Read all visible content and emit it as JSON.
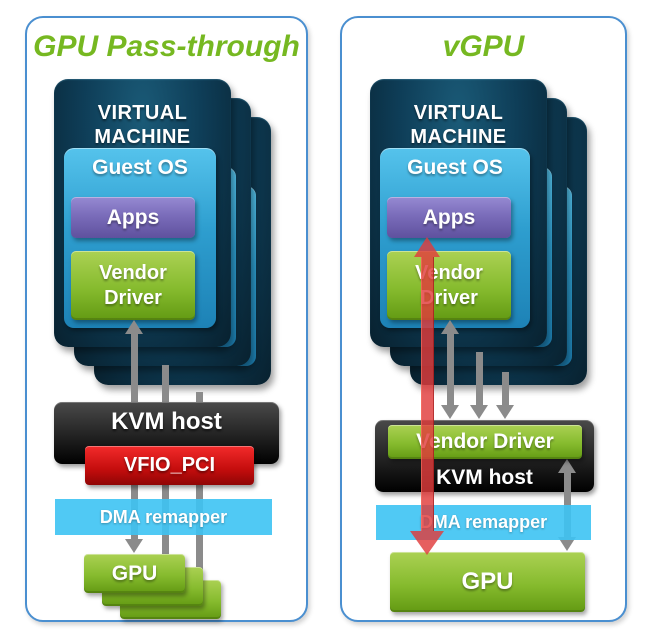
{
  "panels": [
    {
      "title": "GPU Pass-through",
      "vm": {
        "title": "VIRTUAL MACHINE",
        "guest_os": "Guest OS",
        "apps": "Apps",
        "vendor_driver": "Vendor Driver"
      },
      "kvm_host": "KVM host",
      "vfio_pci": "VFIO_PCI",
      "dma_remapper": "DMA remapper",
      "gpu": "GPU"
    },
    {
      "title": "vGPU",
      "vm": {
        "title": "VIRTUAL MACHINE",
        "guest_os": "Guest OS",
        "apps": "Apps",
        "vendor_driver": "Vendor Driver"
      },
      "host_vendor_driver": "Vendor Driver",
      "kvm_host": "KVM host",
      "dma_remapper": "DMA remapper",
      "gpu": "GPU"
    }
  ],
  "colors": {
    "title_green": "#76b821",
    "panel_border_blue": "#4a8fd0",
    "vm_card_teal": "#0e3d57",
    "guest_os_blue": "#2f9fd0",
    "apps_purple": "#7a6cba",
    "vendor_green": "#86bb2e",
    "kvm_black": "#1a1a1a",
    "vfio_red": "#d11313",
    "dma_light_blue": "#3dc3f3",
    "arrow_gray": "#8b8b8b",
    "arrow_red": "#e03c3c"
  }
}
